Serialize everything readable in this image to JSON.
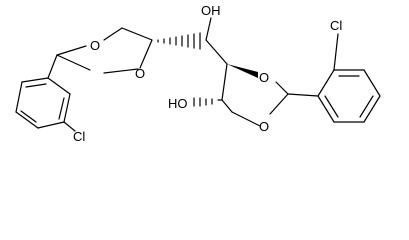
{
  "molecule": {
    "labels": {
      "o_dioxolane_top": "O",
      "o_dioxolane_bottom": "O",
      "oh_top": "OH",
      "o_dioxane_upper": "O",
      "o_dioxane_lower": "O",
      "ho_left": "HO",
      "cl_left": "Cl",
      "cl_right": "Cl"
    }
  }
}
